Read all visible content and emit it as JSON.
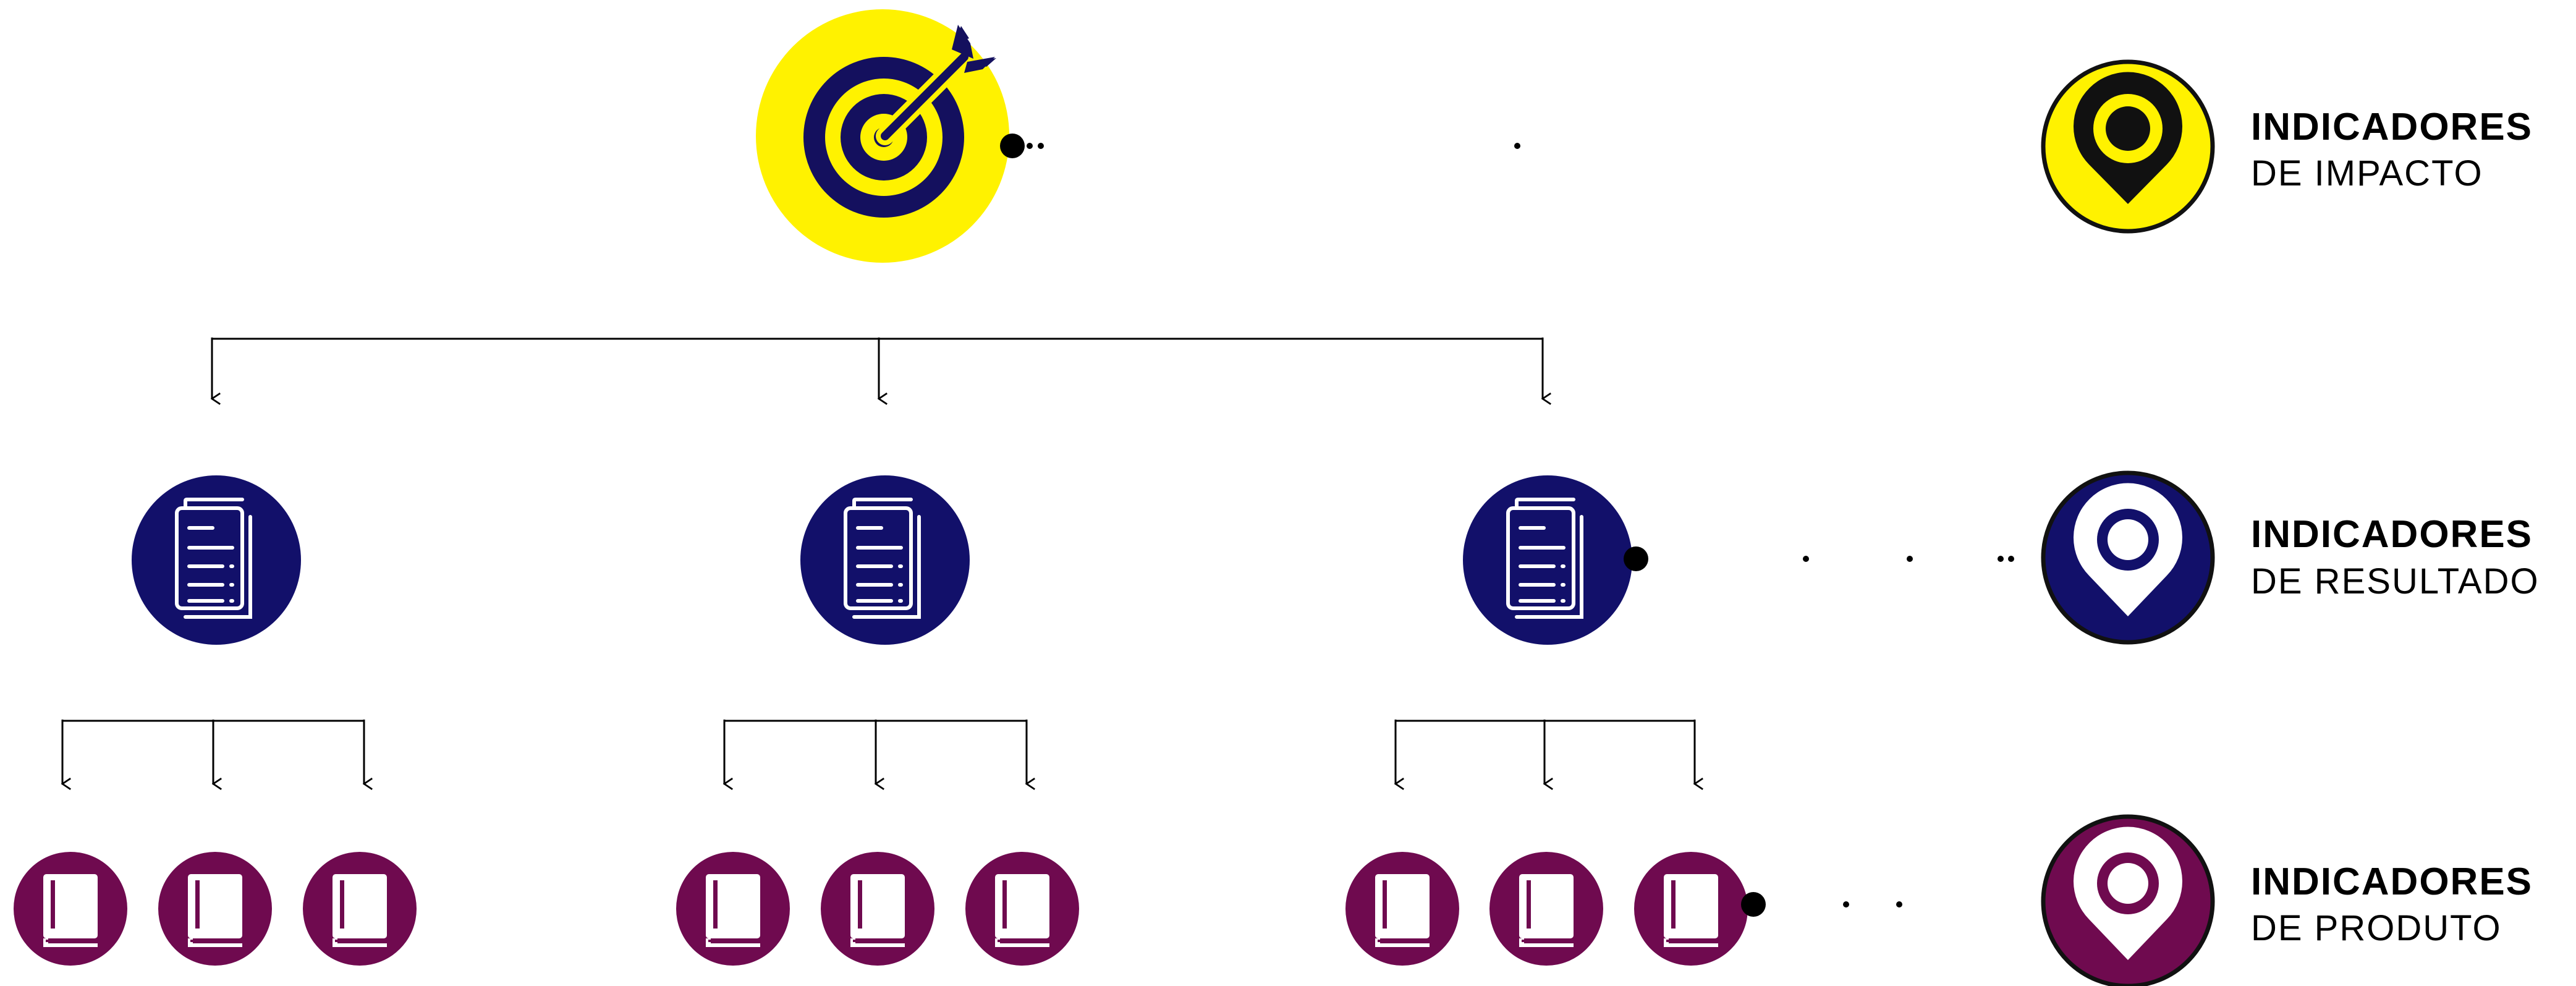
{
  "colors": {
    "impact": "#fff200",
    "impact_icon": "#14105e",
    "result": "#12106a",
    "product": "#6f0a4f",
    "white": "#ffffff",
    "black": "#000000"
  },
  "icons": {
    "impact": "target-icon",
    "result": "document-icon",
    "product": "book-icon"
  },
  "legend": [
    {
      "title": "INDICADORES",
      "subtitle": "DE IMPACTO"
    },
    {
      "title": "INDICADORES",
      "subtitle": "DE RESULTADO"
    },
    {
      "title": "INDICADORES",
      "subtitle": "DE PRODUTO"
    }
  ]
}
